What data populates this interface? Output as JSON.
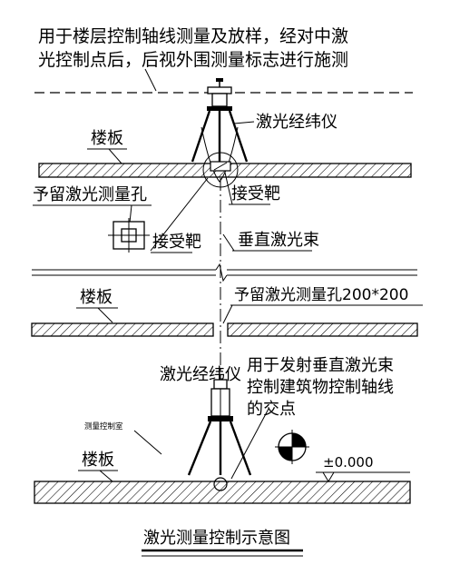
{
  "notes": {
    "top_line1": "用于楼层控制轴线测量及放样，经对中激",
    "top_line2": "光控制点后，后视外围测量标志进行施测",
    "bottom_line1": "用于发射垂直激光束",
    "bottom_line2": "控制建筑物控制轴线",
    "bottom_line3": "的交点"
  },
  "labels": {
    "theodolite_top": "激光经纬仪",
    "floor_top": "楼板",
    "hole_left": "予留激光测量孔",
    "target_right": "接受靶",
    "target_left": "接受靶",
    "vertical_beam": "垂直激光束",
    "floor_mid": "楼板",
    "hole_mid": "予留激光测量孔200*200",
    "theodolite_bottom": "激光经纬仪",
    "control_room": "测量控制室",
    "floor_bottom": "楼板",
    "elevation": "±0.000"
  },
  "caption": "激光测量控制示意图"
}
